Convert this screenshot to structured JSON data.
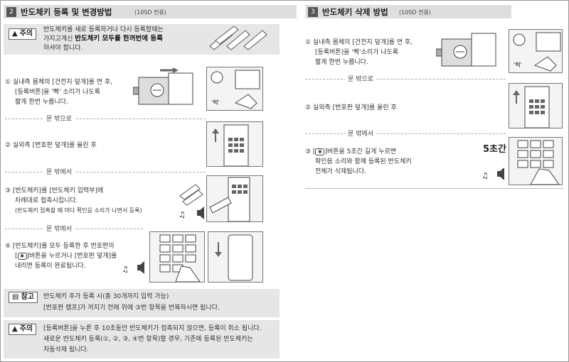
{
  "left": {
    "header": {
      "number": "2",
      "title": "반도체키 등록 및 변경방법",
      "note": "(10SD 전용)"
    },
    "caution1": {
      "label": "주의",
      "line1": "반도체키를 새로 등록하거나 다시 등록할때는",
      "line2a": "가지고계신 ",
      "line2b": "반도체키 모두를 한꺼번에 등록",
      "line3": "하셔야 합니다."
    },
    "step1": {
      "l1": "① 실내측 몸체의 [건전지 덮개]를 연 후,",
      "l2": "[등록버튼]을 '삑' 소리가 나도록",
      "l3": "짧게 한번 누릅니다."
    },
    "sep1": "문 밖으로",
    "step2": {
      "l1": "② 실외측 [번호판 덮개]를 올린 후"
    },
    "sep2": "문 밖에서",
    "step3": {
      "l1": "③ [반도체키]를 [반도체키 입력부]에",
      "l2": "차례대로 접촉시킵니다.",
      "l3": "(반도체키 접촉할 때 마다 확인음 소리가 나면서 등록)"
    },
    "sep3": "문 밖에서",
    "step4": {
      "l1": "④ [반도체키]를 모두 등록한 후 번호판의",
      "l2a": "[",
      "l2b": "]버튼을 누르거나 [번호판 덮개]를",
      "l3": "내리면 등록이 완료됩니다."
    },
    "ref": {
      "label": "참고",
      "l1": "반도체키 추가 등록 시(총 30개까지 입력 가능)",
      "l2": "[번호판 램프]가 꺼지기 전에 위에 ③번 항목을 반복하시면 됩니다."
    },
    "caution2": {
      "label": "주의",
      "l1": "[등록버튼]을 누른 후 10초동안 반도체키가 접촉되지 않으면, 등록이 취소 됩니다.",
      "l2": "새로운 반도체키 등록(①, ②, ③, ④번 항목)할 경우, 기존에 등록된 반도체키는",
      "l3": "자동삭제 됩니다."
    },
    "beep_label": "'삑'"
  },
  "right": {
    "header": {
      "number": "3",
      "title": "반도체키 삭제 방법",
      "note": "(10SD 전용)"
    },
    "step1": {
      "l1": "① 실내측 몸체의 [건전지 덮개]를 연 후,",
      "l2": "[등록버튼]을 '삑'소리가 나도록",
      "l3": "짧게 한번 누릅니다."
    },
    "sep1": "문 밖으로",
    "step2": {
      "l1": "② 실외측 [번호판 덮개]를 올린 후"
    },
    "sep2": "문 밖에서",
    "step3": {
      "l1a": "③ [",
      "l1b": "]버튼을 5초간 길게 누르면",
      "l2": "확인음 소리와 함께 등록된 반도체키",
      "l3": "전체가 삭제됩니다."
    },
    "five_sec": "5초간",
    "beep_label": "'삑'"
  },
  "colors": {
    "header_bg": "#dedede",
    "box_bg": "#e6e6e6",
    "num_bg": "#555555"
  },
  "icons": [
    "warning-icon",
    "note-icon",
    "sound-icon",
    "arrow-up-icon",
    "arrow-down-icon",
    "star-button-icon"
  ]
}
